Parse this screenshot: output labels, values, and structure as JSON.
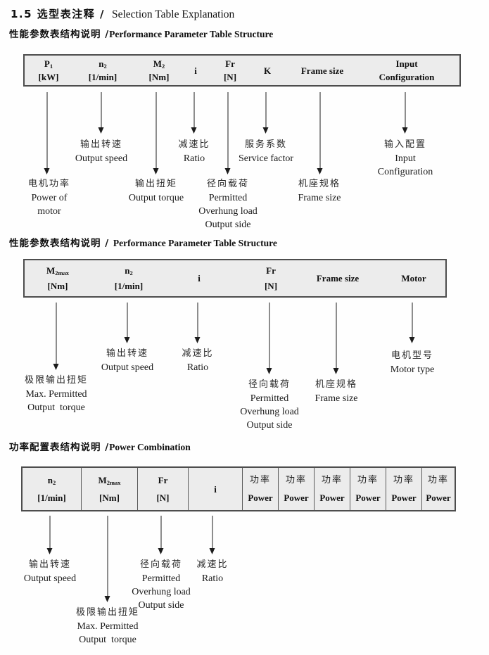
{
  "page_title": {
    "zh": "1.5 选型表注释 /",
    "en": "Selection Table Explanation"
  },
  "colors": {
    "table_fill": "#ececec",
    "table_border": "#4d4d4d",
    "text": "#1a1a1a"
  },
  "sections": [
    {
      "heading_zh": "性能参数表结构说明 /",
      "heading_en": "Performance Parameter Table Structure",
      "columns": [
        {
          "sym": "P",
          "sub": "1",
          "unit": "[kW]"
        },
        {
          "sym": "n",
          "sub": "2",
          "unit": "[1/min]"
        },
        {
          "sym": "M",
          "sub": "2",
          "unit": "[Nm]"
        },
        {
          "sym": "i"
        },
        {
          "sym": "Fr",
          "unit": "[N]"
        },
        {
          "sym": "K"
        },
        {
          "sym": "Frame size"
        },
        {
          "sym": "Input",
          "unit": "Configuration"
        }
      ],
      "callouts": [
        {
          "zh": "输出转速",
          "en1": "Output speed"
        },
        {
          "zh": "减速比",
          "en1": "Ratio"
        },
        {
          "zh": "服务系数",
          "en1": "Service factor"
        },
        {
          "zh": "输入配置",
          "en1": "Input",
          "en2": "Configuration"
        },
        {
          "zh": "电机功率",
          "en1": "Power of",
          "en2": "motor"
        },
        {
          "zh": "输出扭矩",
          "en1": "Output torque"
        },
        {
          "zh": "径向载荷",
          "en1": "Permitted",
          "en2": "Overhung load",
          "en3": "Output side"
        },
        {
          "zh": "机座规格",
          "en1": "Frame size"
        }
      ]
    },
    {
      "heading_zh": "性能参数表结构说明 / ",
      "heading_en": "Performance Parameter Table Structure",
      "columns": [
        {
          "sym": "M",
          "sub": "2max",
          "unit": "[Nm]"
        },
        {
          "sym": "n",
          "sub": "2",
          "unit": "[1/min]"
        },
        {
          "sym": "i"
        },
        {
          "sym": "Fr",
          "unit": "[N]"
        },
        {
          "sym": "Frame size"
        },
        {
          "sym": "Motor"
        }
      ],
      "callouts": [
        {
          "zh": "输出转速",
          "en1": "Output speed"
        },
        {
          "zh": "减速比",
          "en1": "Ratio"
        },
        {
          "zh": "电机型号",
          "en1": "Motor type"
        },
        {
          "zh": "极限输出扭矩",
          "en1": "Max. Permitted",
          "en2": "Output  torque"
        },
        {
          "zh": "径向载荷",
          "en1": "Permitted",
          "en2": "Overhung load",
          "en3": "Output side"
        },
        {
          "zh": "机座规格",
          "en1": "Frame size"
        }
      ]
    },
    {
      "heading_zh": "功率配置表结构说明 /",
      "heading_en": "Power Combination",
      "columns": [
        {
          "sym": "n",
          "sub": "2",
          "unit": "[1/min]"
        },
        {
          "sym": "M",
          "sub": "2max",
          "unit": "[Nm]"
        },
        {
          "sym": "Fr",
          "unit": "[N]"
        },
        {
          "sym": "i"
        },
        {
          "zh": "功率",
          "en": "Power"
        },
        {
          "zh": "功率",
          "en": "Power"
        },
        {
          "zh": "功率",
          "en": "Power"
        },
        {
          "zh": "功率",
          "en": "Power"
        },
        {
          "zh": "功率",
          "en": "Power"
        },
        {
          "zh": "功率",
          "en": "Power"
        }
      ],
      "callouts": [
        {
          "zh": "输出转速",
          "en1": "Output speed"
        },
        {
          "zh": "径向载荷",
          "en1": "Permitted",
          "en2": "Overhung load",
          "en3": "Output side"
        },
        {
          "zh": "减速比",
          "en1": "Ratio"
        },
        {
          "zh": "极限输出扭矩",
          "en1": "Max. Permitted",
          "en2": "Output  torque"
        }
      ]
    }
  ]
}
